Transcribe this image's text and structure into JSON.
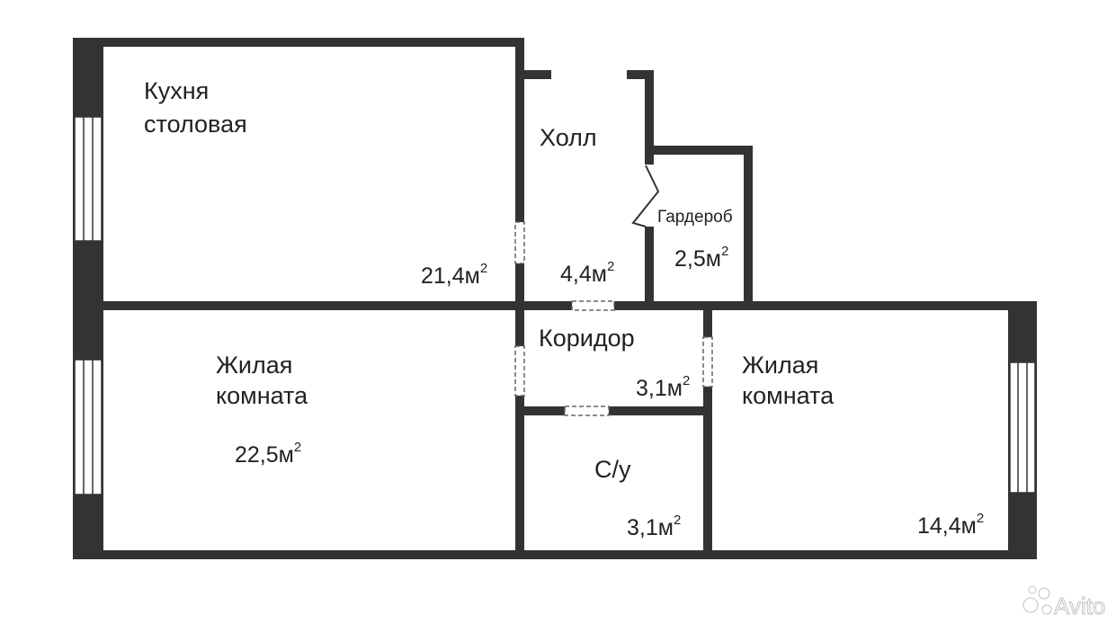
{
  "colors": {
    "wall": "#333333",
    "background": "#ffffff",
    "text": "#222222",
    "door": "#666666"
  },
  "rooms": {
    "kitchen": {
      "name_line1": "Кухня",
      "name_line2": "столовая",
      "area": "21,4м",
      "unit_sup": "2"
    },
    "hall": {
      "name": "Холл",
      "area": "4,4м",
      "unit_sup": "2"
    },
    "wardrobe": {
      "name": "Гардероб",
      "area": "2,5м",
      "unit_sup": "2"
    },
    "living_left": {
      "name_line1": "Жилая",
      "name_line2": "комната",
      "area": "22,5м",
      "unit_sup": "2"
    },
    "corridor": {
      "name": "Коридор",
      "area": "3,1м",
      "unit_sup": "2"
    },
    "bathroom": {
      "name": "С/у",
      "area": "3,1м",
      "unit_sup": "2"
    },
    "living_right": {
      "name_line1": "Жилая",
      "name_line2": "комната",
      "area": "14,4м",
      "unit_sup": "2"
    }
  },
  "watermark": {
    "text": "Avito",
    "icon": "avito-dots-icon"
  }
}
